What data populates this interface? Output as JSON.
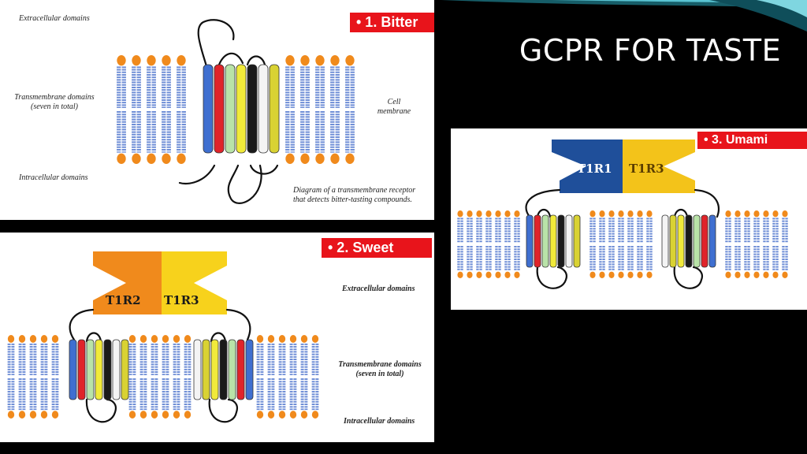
{
  "slide": {
    "title": "GCPR FOR TASTE"
  },
  "panel_bitter": {
    "tag": "• 1.  Bitter",
    "extracellular": "Extracellular domains",
    "transmembrane_1": "Transmembrane domains",
    "transmembrane_2": "(seven in total)",
    "intracellular": "Intracellular domains",
    "cell_1": "Cell",
    "cell_2": "membrane",
    "caption_1": "Diagram of a transmembrane receptor",
    "caption_2": "that detects bitter-tasting compounds."
  },
  "panel_sweet": {
    "tag": "• 2. Sweet",
    "subunit_left": "T1R2",
    "subunit_right": "T1R3",
    "extracellular": "Extracellular domains",
    "transmembrane_1": "Transmembrane domains",
    "transmembrane_2": "(seven in total)",
    "intracellular": "Intracellular domains"
  },
  "panel_umami": {
    "tag": "• 3.  Umami",
    "subunit_left": "T1R1",
    "subunit_right": "T1R3"
  },
  "colors": {
    "background": "#000000",
    "tag": "#e8141b",
    "lipid_head": "#f08a1c",
    "lipid_tail": "#6f8ed6",
    "t1r2": "#f08a1c",
    "t1r3": "#f7d21c",
    "t1r1": "#1f4f9a",
    "t1r3_umami": "#f3c31a",
    "helices": [
      "#3f6fd0",
      "#e0242a",
      "#b9e3a8",
      "#f1ea3a",
      "#1a1a1a",
      "#f4f4f4",
      "#d9d233"
    ]
  }
}
